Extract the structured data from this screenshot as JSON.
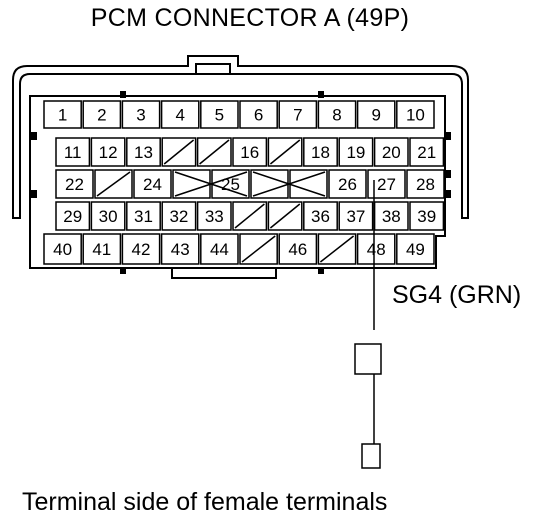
{
  "title": "PCM CONNECTOR A (49P)",
  "caption": "Terminal side of female terminals",
  "wire": {
    "label": "SG4 (GRN)",
    "terminal": "27"
  },
  "rows": [
    [
      "1",
      "2",
      "3",
      "4",
      "5",
      "6",
      "7",
      "8",
      "9",
      "10"
    ],
    [
      "11",
      "12",
      "13",
      "",
      "",
      "16",
      "",
      "18",
      "19",
      "20",
      "21"
    ],
    [
      "22",
      "",
      "24",
      "",
      "25",
      "",
      "",
      "26",
      "27",
      "28"
    ],
    [
      "29",
      "30",
      "31",
      "32",
      "33",
      "",
      "",
      "36",
      "37",
      "38",
      "39"
    ],
    [
      "40",
      "41",
      "42",
      "43",
      "44",
      "",
      "46",
      "",
      "48",
      "49"
    ]
  ]
}
